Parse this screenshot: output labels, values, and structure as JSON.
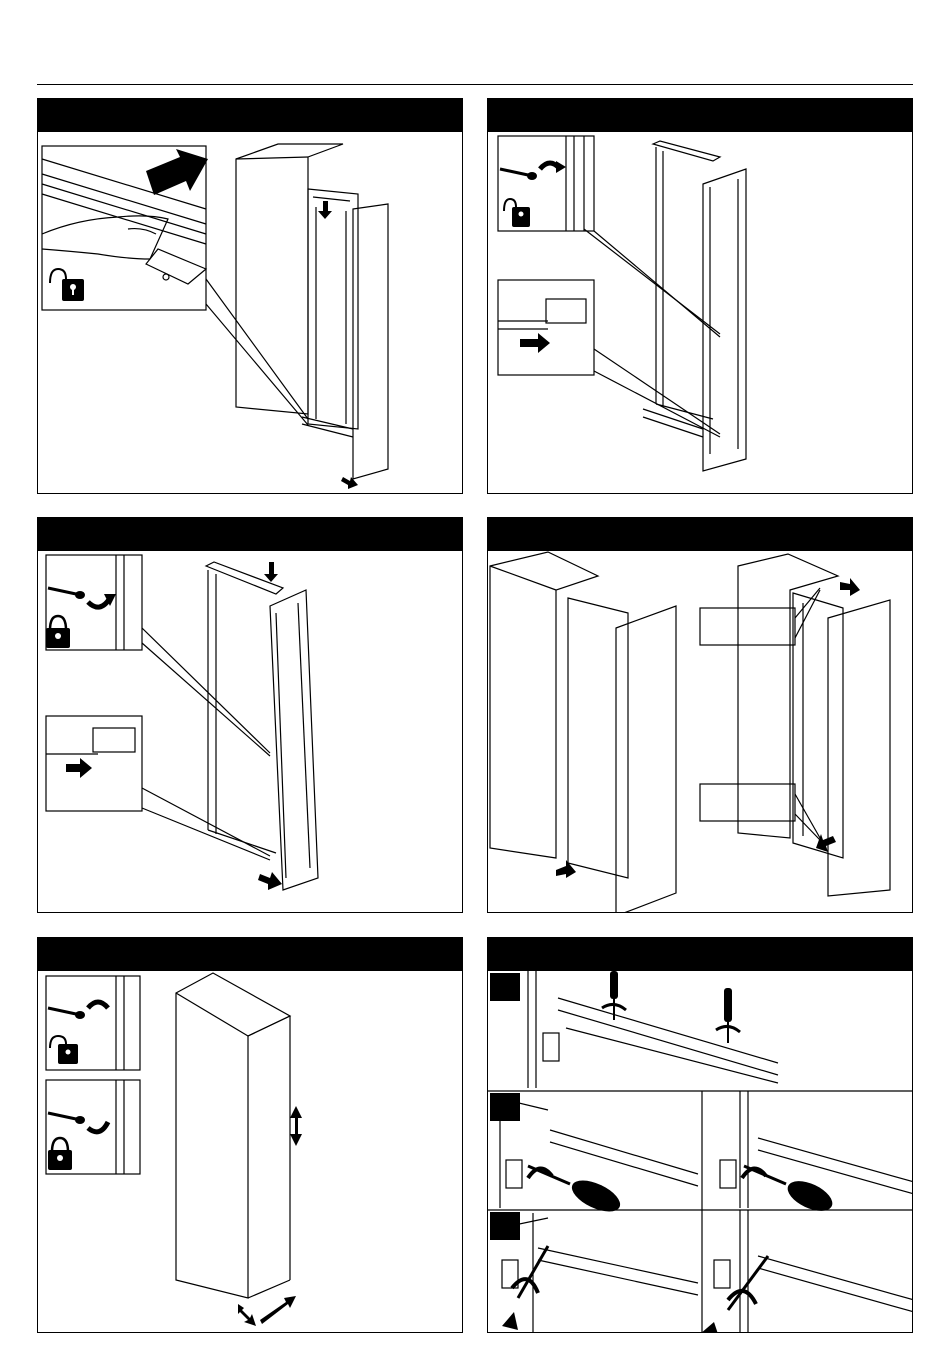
{
  "page": {
    "colors": {
      "ink": "#000000",
      "paper": "#ffffff",
      "grey": "#555555"
    }
  },
  "steps": [
    {
      "id": 1,
      "icons": [
        "unlock-icon",
        "push-arrow-icon",
        "down-arrow-icon",
        "pull-arrow-icon"
      ]
    },
    {
      "id": 2,
      "icons": [
        "screw-loosen-icon",
        "unlock-icon",
        "push-arrow-icon"
      ]
    },
    {
      "id": 3,
      "icons": [
        "screw-tighten-icon",
        "lock-icon",
        "pull-arrow-icon",
        "down-arrow-icon"
      ]
    },
    {
      "id": 4,
      "icons": [
        "push-arrow-icon",
        "push-arrow-icon",
        "push-arrow-icon",
        "push-arrow-icon"
      ]
    },
    {
      "id": 5,
      "icons": [
        "screw-loosen-icon",
        "unlock-icon",
        "screw-tighten-icon",
        "lock-icon",
        "up-down-arrow-icon",
        "double-arrow-icon"
      ]
    },
    {
      "id": 6,
      "icons": [
        "screwdriver-icon",
        "screwdriver-icon",
        "rotate-icon"
      ]
    }
  ]
}
